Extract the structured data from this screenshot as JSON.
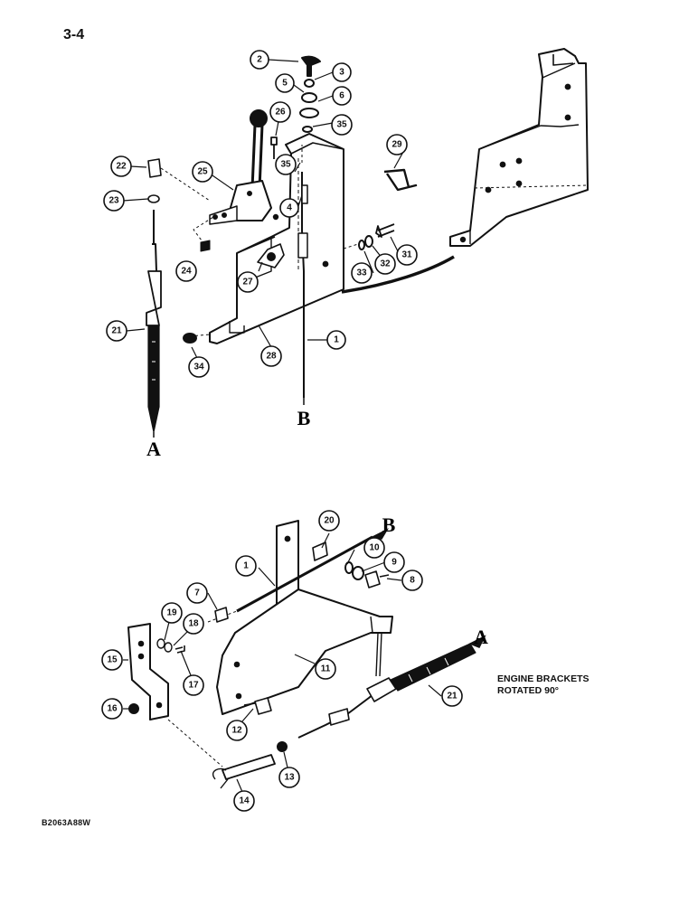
{
  "page_number": "3-4",
  "figure_code": "B2063A88W",
  "note_lines": [
    "ENGINE BRACKETS",
    "ROTATED 90°"
  ],
  "refs": {
    "a": "A",
    "b": "B"
  },
  "callouts": {
    "c1a": "1",
    "c2": "2",
    "c3": "3",
    "c4": "4",
    "c5": "5",
    "c6": "6",
    "c21a": "21",
    "c22": "22",
    "c23": "23",
    "c24": "24",
    "c25": "25",
    "c26": "26",
    "c27": "27",
    "c28": "28",
    "c29": "29",
    "c31": "31",
    "c32": "32",
    "c33": "33",
    "c34": "34",
    "c35a": "35",
    "c35b": "35",
    "c1b": "1",
    "c7": "7",
    "c8": "8",
    "c9": "9",
    "c10": "10",
    "c11": "11",
    "c12": "12",
    "c13": "13",
    "c14": "14",
    "c15": "15",
    "c16": "16",
    "c17": "17",
    "c18": "18",
    "c19": "19",
    "c20": "20",
    "c21b": "21"
  }
}
